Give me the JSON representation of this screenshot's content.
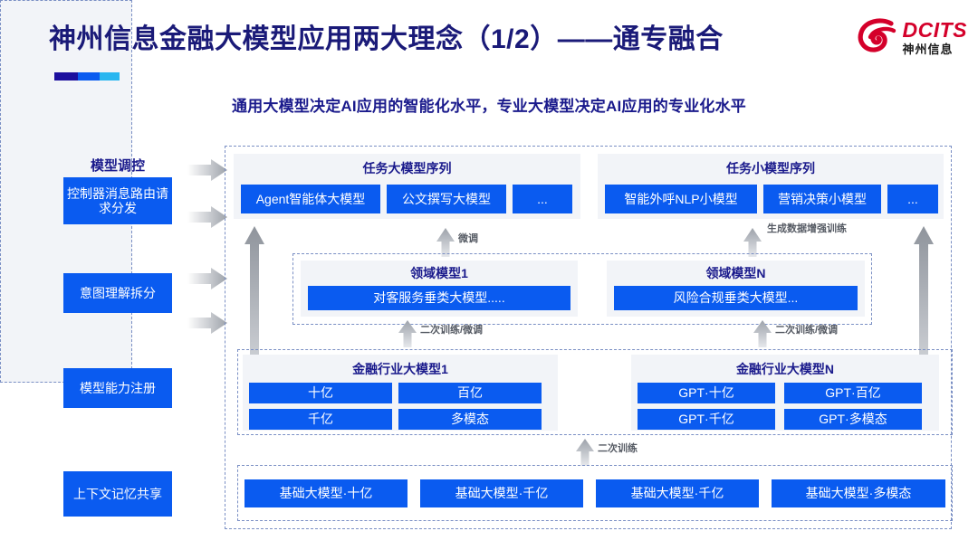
{
  "header": {
    "title": "神州信息金融大模型应用两大理念（1/2）——通专融合",
    "subtitle": "通用大模型决定AI应用的智能化水平，专业大模型决定AI应用的专业化水平",
    "accent_colors": [
      "#1c0f9e",
      "#0a5bf0",
      "#29b6f0"
    ],
    "title_color": "#1a1a78",
    "subtitle_color": "#1a1a8c"
  },
  "logo": {
    "en": "DCITS",
    "cn": "神州信息",
    "mark_color": "#d4002a"
  },
  "theme": {
    "blue": "#0a5bf0",
    "panel": "#f2f4f8",
    "dash_border": "#7a8fc4",
    "caption": "#555a63"
  },
  "left_column": {
    "title": "模型调控",
    "items": [
      {
        "label": "控制器消息路由请求分发"
      },
      {
        "label": "意图理解拆分"
      },
      {
        "label": "模型能力注册"
      },
      {
        "label": "上下文记忆共享"
      }
    ]
  },
  "flow_arrows_right": [
    {
      "name": "arrow-right-1"
    },
    {
      "name": "arrow-right-2"
    },
    {
      "name": "arrow-right-3"
    },
    {
      "name": "arrow-right-4"
    }
  ],
  "task_groups": [
    {
      "title": "任务大模型序列",
      "items": [
        "Agent智能体大模型",
        "公文撰写大模型",
        "..."
      ]
    },
    {
      "title": "任务小模型序列",
      "items": [
        "智能外呼NLP小模型",
        "营销决策小模型",
        "..."
      ]
    }
  ],
  "domain_models": [
    {
      "title": "领域模型1",
      "item": "对客服务垂类大模型....."
    },
    {
      "title": "领域模型N",
      "item": "风险合规垂类大模型..."
    }
  ],
  "industry_models": [
    {
      "title": "金融行业大模型1",
      "items": [
        "十亿",
        "百亿",
        "千亿",
        "多模态"
      ]
    },
    {
      "title": "金融行业大模型N",
      "items": [
        "GPT·十亿",
        "GPT·百亿",
        "GPT·千亿",
        "GPT·多模态"
      ]
    }
  ],
  "foundation_models": {
    "items": [
      "基础大模型·十亿",
      "基础大模型·千亿",
      "基础大模型·千亿",
      "基础大模型·多模态"
    ]
  },
  "captions": {
    "fine_tune": "微调",
    "data_aug": "生成数据增强训练",
    "retrain_finetune_left": "二次训练/微调",
    "retrain_finetune_right": "二次训练/微调",
    "retrain": "二次训练"
  }
}
